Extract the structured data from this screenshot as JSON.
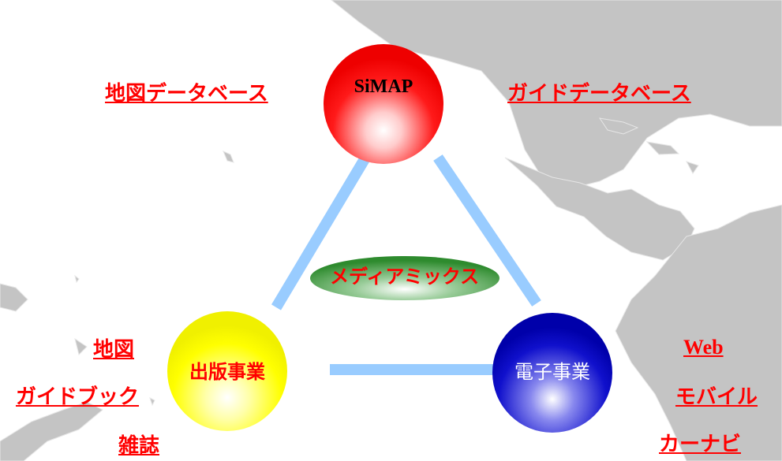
{
  "colors": {
    "link": "#ff0000",
    "connector": "#99ccff",
    "map_land": "#c0c0c0",
    "simap_ball": "#ff0000",
    "publish_ball": "#ffff00",
    "electronic_ball": "#0000cc",
    "mediamix_ellipse": "#339933"
  },
  "nodes": {
    "simap": "SiMAP",
    "publishing": "出版事業",
    "electronic": "電子事業",
    "center": "メディアミックス"
  },
  "links": {
    "map_database": "地図データベース",
    "guide_database": "ガイドデータベース",
    "publishing": [
      "地図",
      "ガイドブック",
      "雑誌"
    ],
    "electronic": [
      "Web",
      "モバイル",
      "カーナビ"
    ]
  }
}
